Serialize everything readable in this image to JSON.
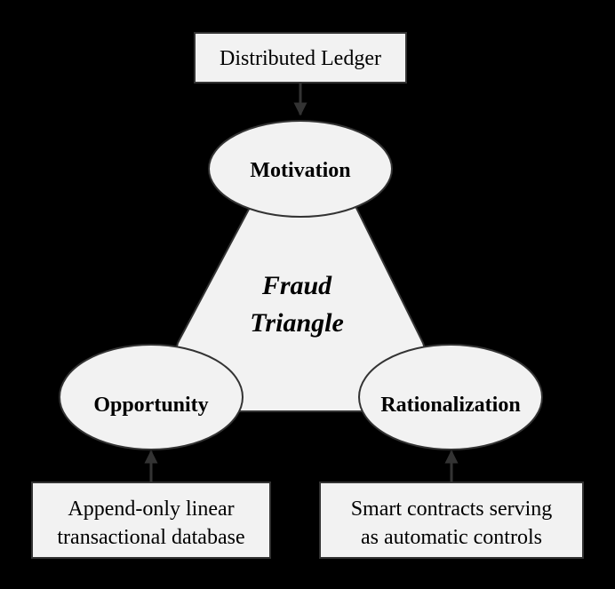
{
  "center_label": {
    "line1": "Fraud",
    "line2": "Triangle"
  },
  "nodes": {
    "motivation": "Motivation",
    "opportunity": "Opportunity",
    "rationalization": "Rationalization"
  },
  "boxes": {
    "distributed_ledger": "Distributed Ledger",
    "append_only": {
      "line1": "Append-only linear",
      "line2": "transactional database"
    },
    "smart_contracts": {
      "line1": "Smart contracts serving",
      "line2": "as automatic controls"
    }
  },
  "colors": {
    "background": "#000000",
    "shape_fill": "#f2f2f2",
    "stroke": "#333333",
    "arrow": "#333333"
  }
}
